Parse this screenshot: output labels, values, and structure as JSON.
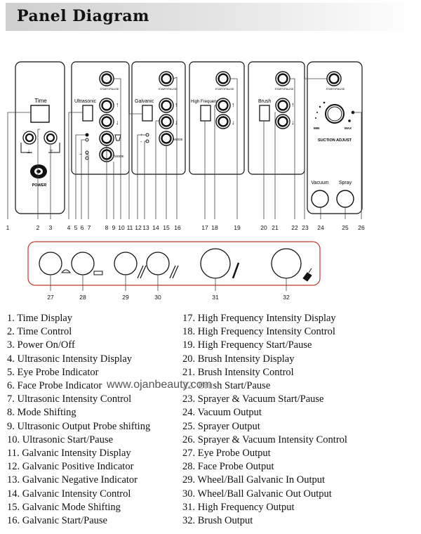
{
  "header": {
    "title": "Panel Diagram"
  },
  "panel_labels": {
    "time": "Time",
    "power": "POWER",
    "ultrasonic": "Ultrasonic",
    "galvanic": "Galvanic",
    "high_frequency": "High Frequency",
    "brush": "Brush",
    "start_pause": "START/PAUSE",
    "mode": "MODE",
    "suction_adjust": "SUCTION ADJUST",
    "min": "MIN",
    "max": "MAX",
    "vacuum": "Vacuum",
    "spray": "Spray"
  },
  "callouts": {
    "n1": "1",
    "n2": "2",
    "n3": "3",
    "n4": "4",
    "n5": "5",
    "n6": "6",
    "n7": "7",
    "n8": "8",
    "n9": "9",
    "n10": "10",
    "n11": "11",
    "n12": "12",
    "n13": "13",
    "n14": "14",
    "n15": "15",
    "n16": "16",
    "n17": "17",
    "n18": "18",
    "n19": "19",
    "n20": "20",
    "n21": "21",
    "n22": "22",
    "n23": "23",
    "n24": "24",
    "n25": "25",
    "n26": "26",
    "n27": "27",
    "n28": "28",
    "n29": "29",
    "n30": "30",
    "n31": "31",
    "n32": "32"
  },
  "legend": {
    "left": [
      "1. Time Display",
      "2. Time Control",
      "3. Power On/Off",
      "4. Ultrasonic Intensity Display",
      "5. Eye Probe Indicator",
      "6. Face Probe Indicator",
      "7. Ultrasonic Intensity Control",
      "8. Mode Shifting",
      "9. Ultrasonic Output Probe shifting",
      "10. Ultrasonic Start/Pause",
      "11. Galvanic Intensity Display",
      "12. Galvanic Positive Indicator",
      "13. Galvanic Negative Indicator",
      "14. Galvanic Intensity Control",
      "15. Galvanic Mode Shifting",
      "16. Galvanic Start/Pause"
    ],
    "right": [
      "17. High Frequency Intensity Display",
      "18. High Frequency Intensity Control",
      "19. High Frequency Start/Pause",
      "20. Brush Intensity Display",
      "21. Brush Intensity Control",
      "22. Brush Start/Pause",
      "23. Sprayer & Vacuum Start/Pause",
      "24. Vacuum Output",
      "25. Sprayer Output",
      "26. Sprayer & Vacuum Intensity Control",
      "27. Eye Probe Output",
      "28. Face Probe Output",
      "29. Wheel/Ball Galvanic In Output",
      "30. Wheel/Ball Galvanic Out Output",
      "31. High Frequency Output",
      "32. Brush Output"
    ]
  },
  "watermark": "www.ojanbeauty.com"
}
